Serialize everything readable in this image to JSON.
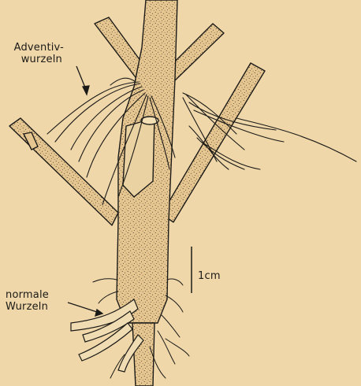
{
  "figure": {
    "labels": {
      "adventiv_line1": "Adventiv-",
      "adventiv_line2": "wurzeln",
      "normal_line1": "normale",
      "normal_line2": "Wurzeln",
      "scale": "1cm"
    },
    "colors": {
      "paper": "#efd7aa",
      "ink": "#1b1a17",
      "stem_fill": "#e6c690"
    }
  }
}
